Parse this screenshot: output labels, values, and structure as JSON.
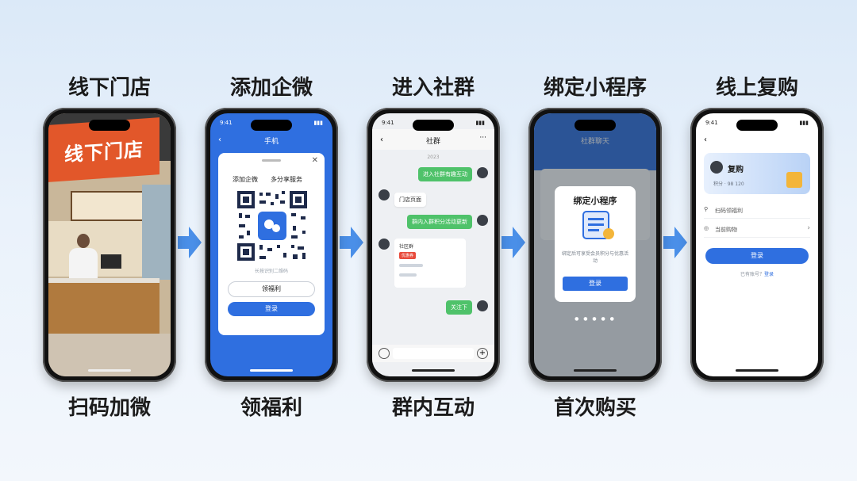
{
  "steps": [
    {
      "title": "线下门店",
      "caption": "扫码加微"
    },
    {
      "title": "添加企微",
      "caption": "领福利"
    },
    {
      "title": "进入社群",
      "caption": "群内互动"
    },
    {
      "title": "绑定小程序",
      "caption": "首次购买"
    },
    {
      "title": "线上复购",
      "caption": ""
    }
  ],
  "phone1": {
    "store_sign": "线下门店"
  },
  "phone2": {
    "time": "9:41",
    "header": "手机",
    "tab1": "添加企微",
    "tab2": "多分享服务",
    "hint": "长按识别二维码",
    "btn_welfare": "领福利",
    "btn_login": "登录"
  },
  "phone3": {
    "time": "9:41",
    "header": "社群",
    "date": "2023",
    "msg1": "进入社群有趣互动",
    "msg2": "门店页面",
    "msg3": "群内入群积分活动更新",
    "card_title": "社区群",
    "card_tag": "优惠券",
    "msg4": "关注下"
  },
  "phone4": {
    "header": "社群聊天",
    "modal_title": "绑定小程序",
    "modal_desc": "绑定后可享受会员积分与优惠活动",
    "btn_login": "登录"
  },
  "phone5": {
    "time": "9:41",
    "card_title": "复购",
    "card_sub": "积分 · 98 120",
    "row1": "扫码领福利",
    "row2": "当前购物",
    "btn_login": "登录",
    "footer": "已有账号？",
    "footer_link": "登录"
  },
  "colors": {
    "primary": "#2f6fe0",
    "wechat_green": "#4fc26a",
    "store_orange": "#e2572a",
    "arrow": "#4a8fe8"
  }
}
